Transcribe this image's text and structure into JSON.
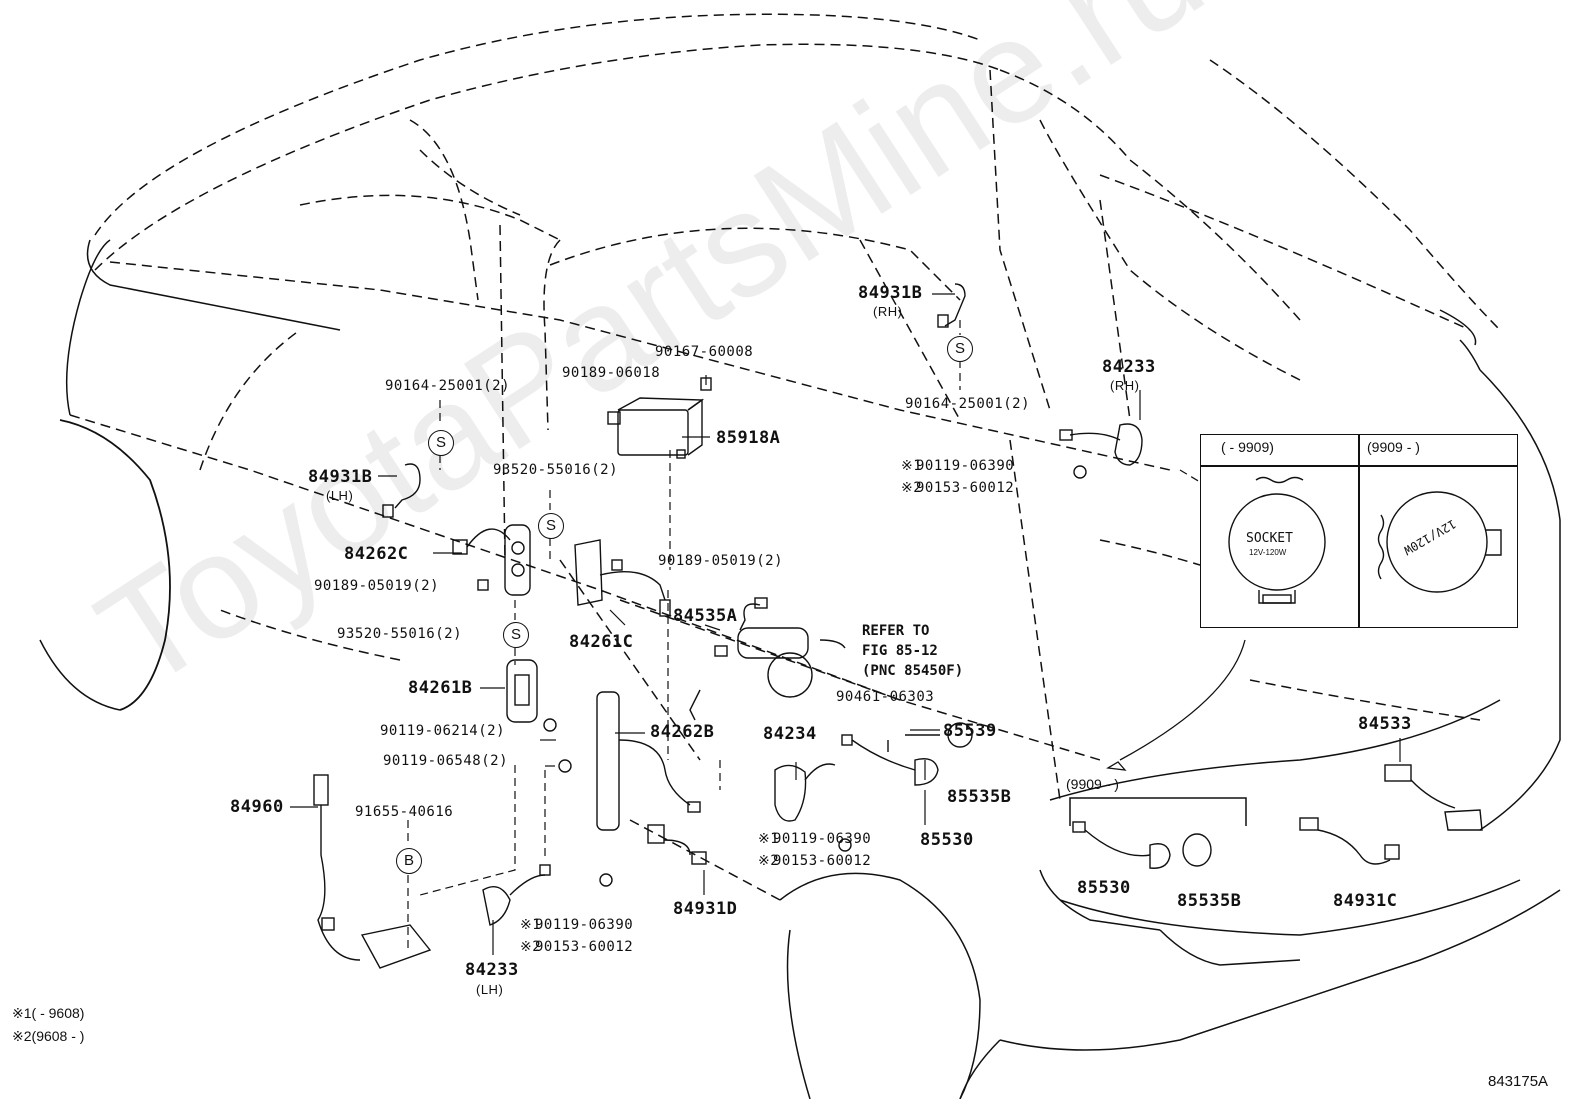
{
  "watermark": "ToyotaPartsMine.ru",
  "figure_number": "843175A",
  "footnotes": [
    {
      "mark": "※1",
      "text": "(        - 9608)"
    },
    {
      "mark": "※2",
      "text": "(9608 -        )"
    }
  ],
  "symbols": {
    "s": "S",
    "b": "B"
  },
  "refer": {
    "line1": "REFER TO",
    "line2": "FIG 85-12",
    "line3": "(PNC 85450F)"
  },
  "inset": {
    "left_header": "(        - 9909)",
    "right_header": "(9909 -        )",
    "socket_text": "SOCKET",
    "socket_rating": "12V-120W",
    "rotated_text": "12V/120W"
  },
  "bracket_header": "(9909 -        )",
  "parts": {
    "p84931B_rh": "84931B",
    "rh1": "(RH)",
    "p90164_rh": "90164-25001(2)",
    "p84233_rh": "84233",
    "rh2": "(RH)",
    "p90119_06390_a": "90119-06390",
    "p90153_a": "90153-60012",
    "p90167": "90167-60008",
    "p90189_06018": "90189-06018",
    "p85918A": "85918A",
    "p90164_lh": "90164-25001(2)",
    "p84931B_lh": "84931B",
    "lh1": "(LH)",
    "p93520_a": "93520-55016(2)",
    "p84262C": "84262C",
    "p90189_05019_a": "90189-05019(2)",
    "p90189_05019_b": "90189-05019(2)",
    "p93520_b": "93520-55016(2)",
    "p84261C": "84261C",
    "p84535A": "84535A",
    "p84261B": "84261B",
    "p90461": "90461-06303",
    "p90119_06214": "90119-06214(2)",
    "p84262B": "84262B",
    "p84234": "84234",
    "p85539": "85539",
    "p90119_06548": "90119-06548(2)",
    "p84960": "84960",
    "p91655": "91655-40616",
    "p85535B_a": "85535B",
    "p90119_06390_b": "90119-06390",
    "p85530_a": "85530",
    "p90153_b": "90153-60012",
    "p84931D": "84931D",
    "p90119_06390_c": "90119-06390",
    "p90153_c": "90153-60012",
    "p84233_lh": "84233",
    "lh2": "(LH)",
    "p84533": "84533",
    "p85530_b": "85530",
    "p85535B_b": "85535B",
    "p84931C": "84931C",
    "m1a": "※1",
    "m2a": "※2",
    "m1b": "※1",
    "m2b": "※2",
    "m1c": "※1",
    "m2c": "※2"
  }
}
